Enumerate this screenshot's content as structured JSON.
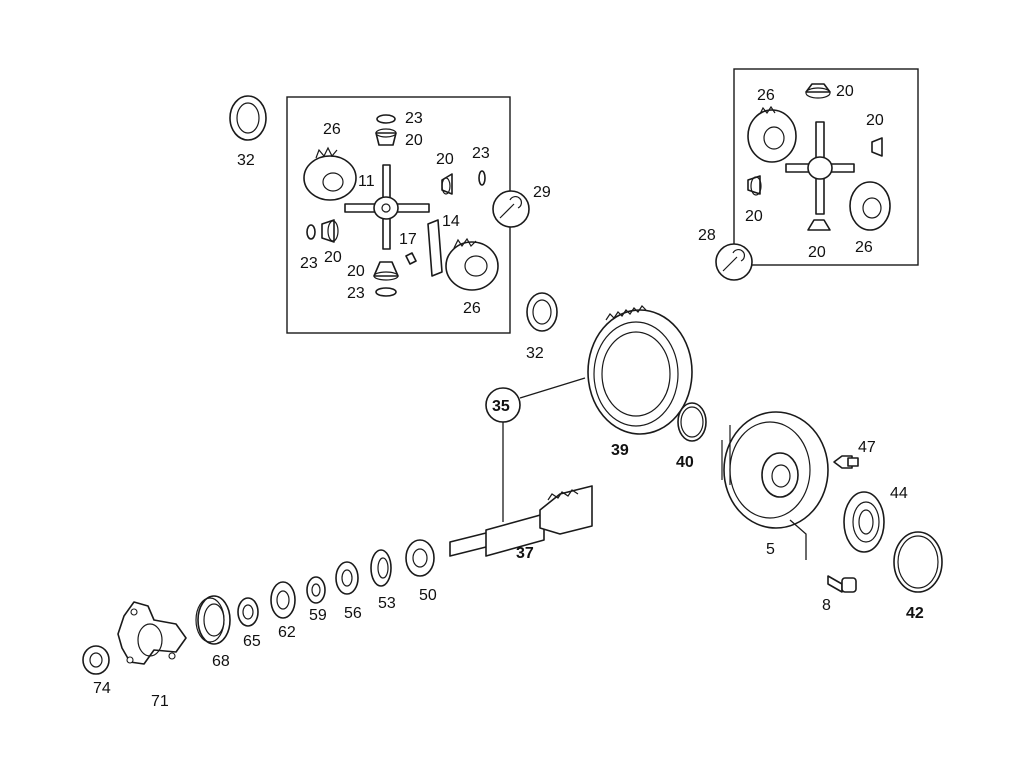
{
  "labels": {
    "l32a": "32",
    "l32b": "32",
    "l26a": "26",
    "l26b": "26",
    "l26c": "26",
    "l26d": "26",
    "l23a": "23",
    "l23b": "23",
    "l23c": "23",
    "l23d": "23",
    "l20a": "20",
    "l20b": "20",
    "l20c": "20",
    "l20d": "20",
    "l20e": "20",
    "l20f": "20",
    "l20g": "20",
    "l20h": "20",
    "l11": "11",
    "l14": "14",
    "l17": "17",
    "l29": "29",
    "l28": "28",
    "l35": "35",
    "l39": "39",
    "l40": "40",
    "l47": "47",
    "l44": "44",
    "l5": "5",
    "l8": "8",
    "l42": "42",
    "l37": "37",
    "l50": "50",
    "l53": "53",
    "l56": "56",
    "l59": "59",
    "l62": "62",
    "l65": "65",
    "l68": "68",
    "l71": "71",
    "l74": "74"
  },
  "icons": [
    "wrench-icon"
  ],
  "colors": {
    "line": "#1a1a1a",
    "background": "#ffffff"
  }
}
